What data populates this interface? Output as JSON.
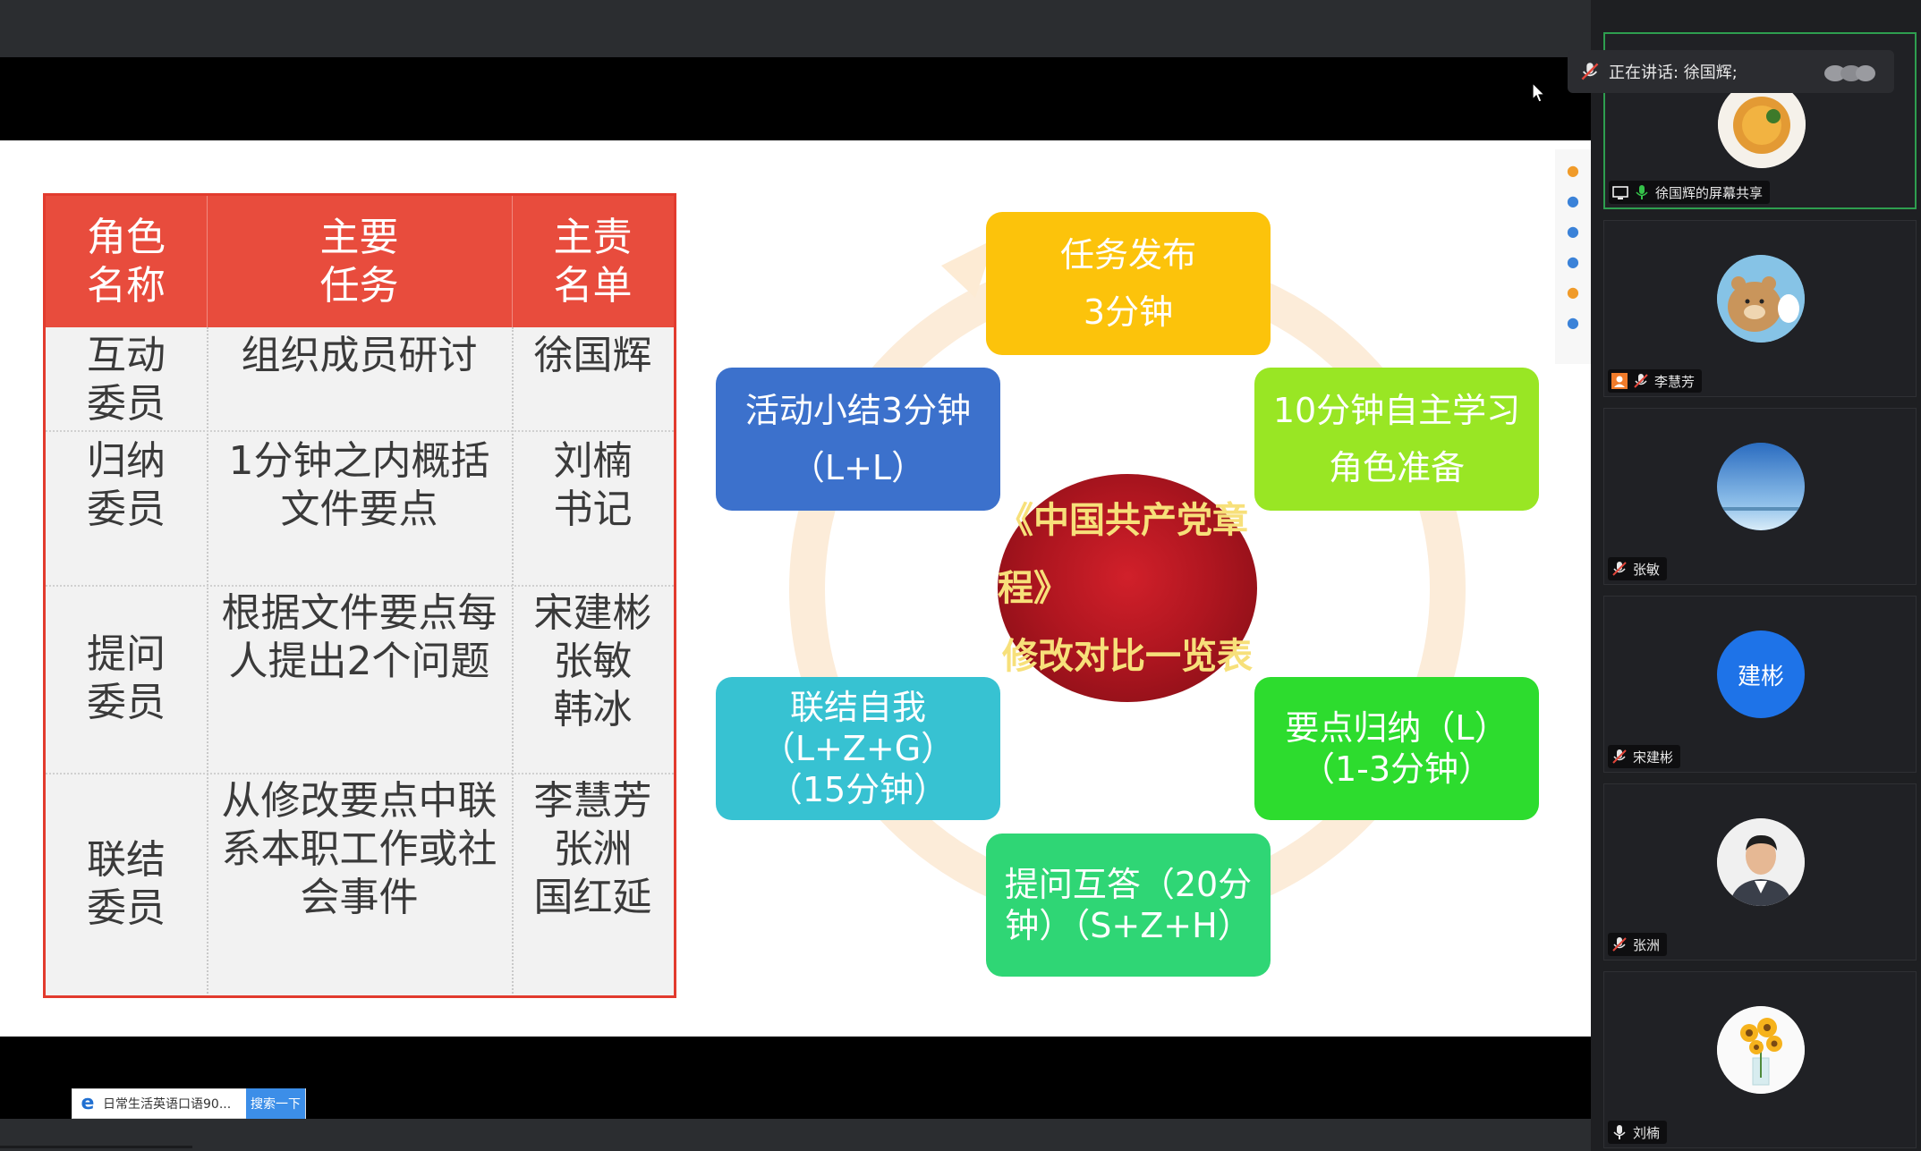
{
  "table": {
    "headers": [
      "角色\n名称",
      "主要\n任务",
      "主责\n名单"
    ],
    "rows": [
      [
        "互动\n委员",
        "组织成员研讨",
        "徐国辉"
      ],
      [
        "归纳\n委员",
        "1分钟之内概括\n文件要点",
        "刘楠\n书记"
      ],
      [
        "提问\n委员",
        "根据文件要点每\n人提出2个问题",
        "宋建彬\n张敏\n韩冰"
      ],
      [
        "联结\n委员",
        "从修改要点中联\n系本职工作或社\n会事件",
        "李慧芳\n张洲\n国红延"
      ]
    ]
  },
  "cycle": {
    "center": [
      "《中国共产党章程》",
      "修改对比一览表"
    ],
    "steps": {
      "task_release": [
        "任务发布",
        "3分钟"
      ],
      "self_study": [
        "10分钟自主学习",
        "角色准备"
      ],
      "summary_points": [
        "要点归纳（L）",
        "（1-3分钟）"
      ],
      "qa": [
        "提问互答（20分",
        "钟）（S+Z+H）"
      ],
      "connect_self": [
        "联结自我（L+Z+G）",
        "（15分钟）"
      ],
      "activity_summary": [
        "活动小结3分钟",
        "（L+L）"
      ]
    }
  },
  "browser_chip": {
    "text": "日常生活英语口语90...",
    "button": "搜索一下"
  },
  "speaking": {
    "label": "正在讲话: 徐国辉;"
  },
  "participants": [
    {
      "name": "徐国辉的屏幕共享",
      "avatar_text": ""
    },
    {
      "name": "李慧芳",
      "avatar_text": ""
    },
    {
      "name": "张敏",
      "avatar_text": ""
    },
    {
      "name": "宋建彬",
      "avatar_text": "建彬"
    },
    {
      "name": "张洲",
      "avatar_text": ""
    },
    {
      "name": "刘楠",
      "avatar_text": ""
    }
  ],
  "colors": {
    "table_header": "#e84c3d",
    "task_release": "#fcc30b",
    "self_study": "#99e624",
    "summary_points": "#2ddc2e",
    "qa": "#2fd675",
    "connect_self": "#37c2d2",
    "activity_summary": "#3c71cc",
    "avatar_blue": "#1e73e8",
    "active_border": "#2e9e4f"
  }
}
